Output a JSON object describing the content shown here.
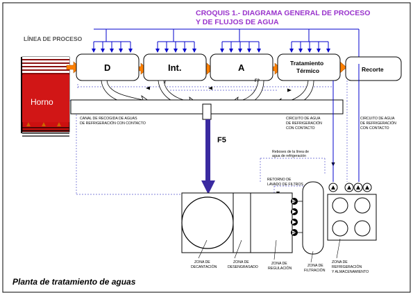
{
  "title_line1": "CROQUIS 1.- DIAGRAMA GENERAL DE PROCESO",
  "title_line2": "Y DE FLUJOS DE AGUA",
  "process_line_label": "LÍNEA DE PROCESO",
  "stages": {
    "d": "D",
    "int": "Int.",
    "a": "A",
    "tratamiento_1": "Tratamiento",
    "tratamiento_2": "Térmico",
    "recorte": "Recorte"
  },
  "furnace_label": "Horno",
  "flows": {
    "f1": "F1",
    "f2": "F2",
    "f3": "F3",
    "f4": "F4",
    "f5": "F5"
  },
  "canal_label_1": "CANAL DE RECOGIDA DE AGUAS",
  "canal_label_2": "DE REFRIGERACIÓN CON CONTACTO",
  "circuit_contact_1": {
    "l1": "CIRCUITO DE AGUA",
    "l2": "DE REFRIGERACIÓN",
    "l3": "CON CONTACTO"
  },
  "circuit_contact_2": {
    "l1": "CIRCUITO DE AGUA",
    "l2": "DE REFRIGERACIÓN",
    "l3": "CON CONTACTO"
  },
  "reboses_1": "Reboses de la línea de",
  "reboses_2": "agua de refrigeración",
  "retorno_1": "RETORNO DE",
  "retorno_2": "LAVADO DE FILTROS",
  "zones": {
    "decantacion_1": "ZONA DE",
    "decantacion_2": "DECANTACIÓN",
    "desengrasado_1": "ZONA DE",
    "desengrasado_2": "DESENGRASADO",
    "regulacion_1": "ZONA DE",
    "regulacion_2": "REGULACIÓN",
    "filtracion_1": "ZONA DE",
    "filtracion_2": "FILTRACIÓN",
    "refrigeracion_1": "ZONA DE",
    "refrigeracion_2": "REFRIGERACIÓN",
    "refrigeracion_3": "Y ALMACENAMIENTO"
  },
  "caption": "Planta de tratamiento de aguas",
  "colors": {
    "title": "#9933cc",
    "blue_lines": "#0000cc",
    "dashed": "#5555cc",
    "arrow_orange": "#ff8000",
    "furnace_red": "#a01010",
    "f5_arrow": "#3a2aa0"
  }
}
